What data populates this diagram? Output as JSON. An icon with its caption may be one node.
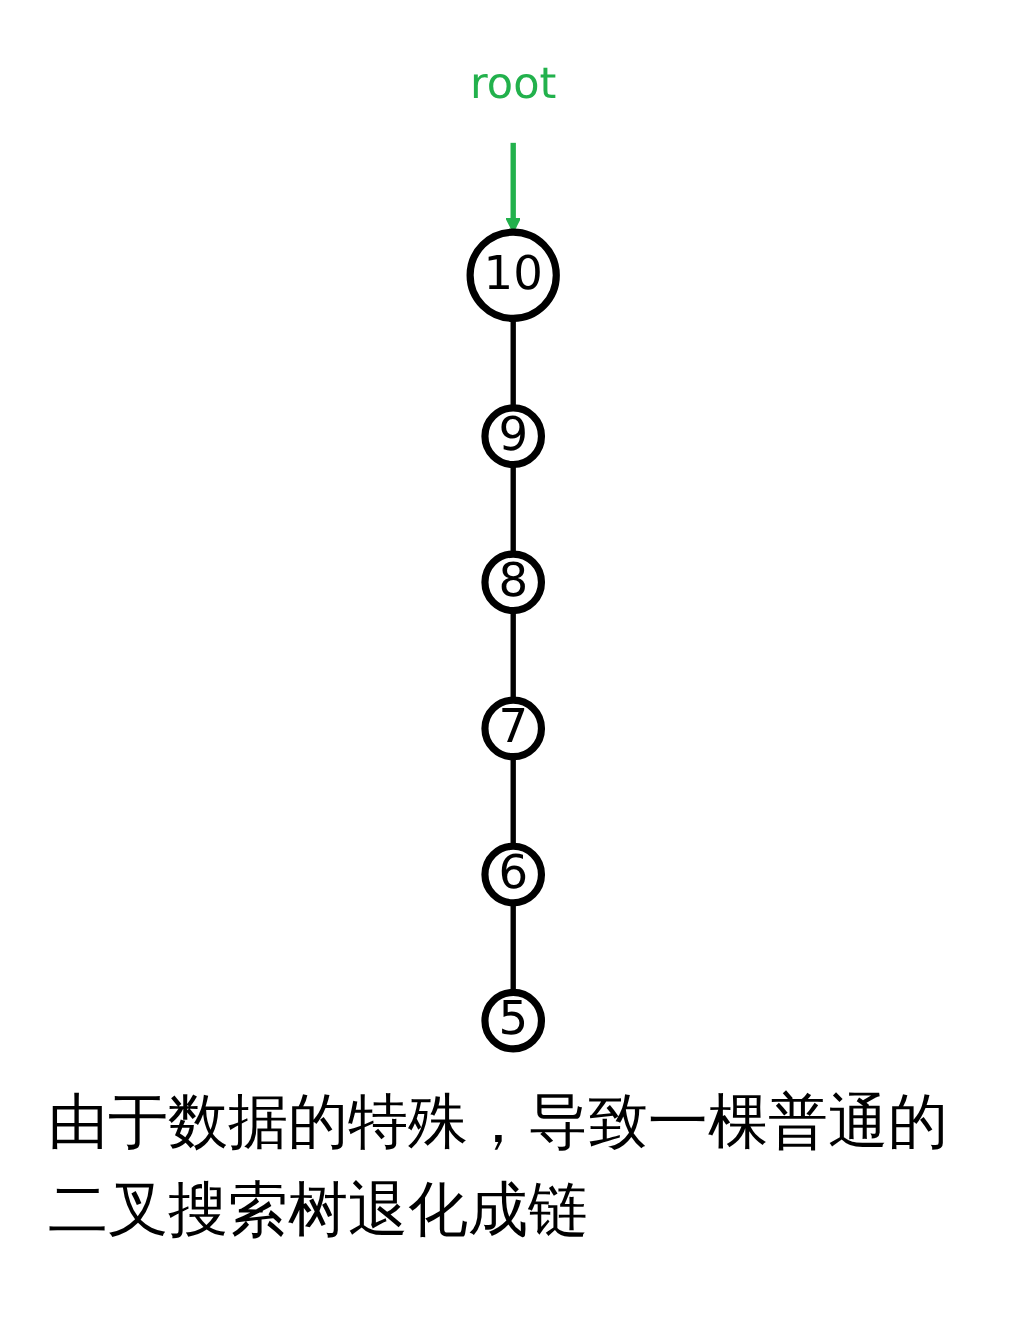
{
  "diagram": {
    "caption": "由于数据的特殊，导致一棵普通的二叉搜索树退化成链",
    "nodes": [
      {
        "text": [
          "root"
        ]
      },
      {
        "text": [
          "10"
        ]
      },
      {
        "text": [
          "9"
        ]
      },
      {
        "text": [
          "8"
        ]
      },
      {
        "text": [
          "7"
        ]
      },
      {
        "text": [
          "6"
        ]
      },
      {
        "text": [
          "5"
        ]
      }
    ],
    "edges": [
      {
        "from": 0,
        "to": 1,
        "arrow": "to",
        "color": "#22b14c"
      },
      {
        "from": 1,
        "to": 2,
        "arrow": "none"
      },
      {
        "from": 2,
        "to": 3,
        "arrow": "none"
      },
      {
        "from": 3,
        "to": 4,
        "arrow": "none"
      },
      {
        "from": 4,
        "to": 5,
        "arrow": "none"
      },
      {
        "from": 5,
        "to": 6,
        "arrow": "none"
      }
    ]
  }
}
